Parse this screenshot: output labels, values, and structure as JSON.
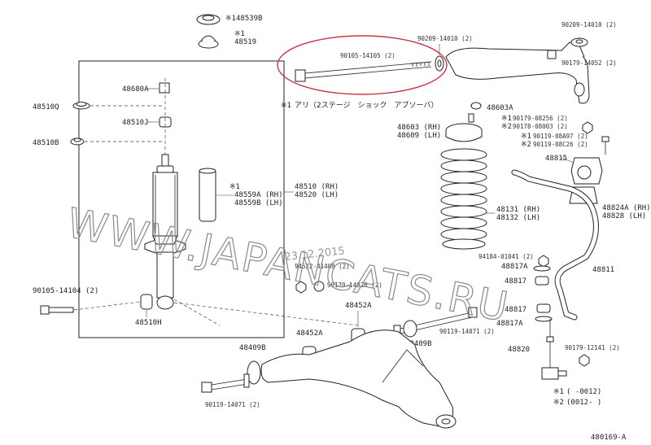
{
  "diagram_code": "480169-A",
  "watermark": "WWW.JAPANCATS.RU",
  "watermark_date": "23.12.2015",
  "note": {
    "mark": "※1",
    "text": "アリ（2ステージ　ショック　アブソーバ）"
  },
  "legend": [
    {
      "mark": "※1",
      "range": "(      -0012)"
    },
    {
      "mark": "※2",
      "range": "(0012-      )"
    }
  ],
  "labels": {
    "p48539B": "48539B",
    "p48539B_mark": "※1",
    "p48519": "48519",
    "p48519_mark": "※1",
    "p48680A": "48680A",
    "p48510Q": "48510Q",
    "p48510J": "48510J",
    "p48510B": "48510B",
    "p48559A_mark": "※1",
    "p48559A": "48559A (RH)",
    "p48559B": "48559B (LH)",
    "p48510": "48510 (RH)",
    "p48520": "48520 (LH)",
    "p90105_14104": "90105-14104 (2)",
    "p48510H": "48510H",
    "p90105_14105": "90105-14105 (2)",
    "p90209_14010a": "90209-14010 (2)",
    "p90209_14010b": "90209-14010 (2)",
    "p90179_14052": "90179-14052 (2)",
    "p48603A": "48603A",
    "p48603": "48603 (RH)",
    "p48609": "48609 (LH)",
    "p90179_08256": "90179-08256 (2)",
    "p90178_08003": "90178-08003 (2)",
    "p90119_08A97": "90119-08A97 (2)",
    "p90119_08C26": "90119-08C26 (2)",
    "p48815": "48815",
    "p48131": "48131 (RH)",
    "p48132": "48132 (LH)",
    "p48824A": "48824A (RH)",
    "p48828": "48828 (LH)",
    "p94184_01041": "94184-01041 (2)",
    "p48817A_a": "48817A",
    "p48817_a": "48817",
    "p48811": "48811",
    "p48817_b": "48817",
    "p48817A_b": "48817A",
    "p94522_41400": "94522-41400 (2)",
    "p90170_14026": "90170-14026 (2)",
    "p48452A_a": "48452A",
    "p48452A_b": "48452A",
    "p90119_14071a": "90119-14071 (2)",
    "p48409B_a": "48409B",
    "p48409B_b": "48409B",
    "p48820": "48820",
    "p90179_12141": "90179-12141 (2)",
    "p90119_14071b": "90119-14071 (2)"
  },
  "highlight_color": "#cc3344"
}
